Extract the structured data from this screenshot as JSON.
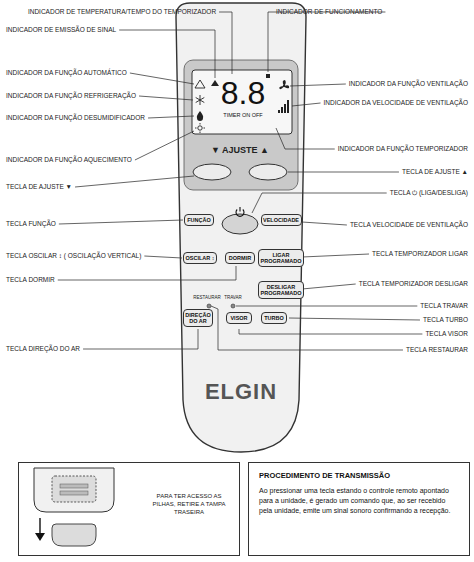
{
  "diagram": {
    "nodes": [
      {
        "text": [
          "ELGIN"
        ]
      },
      {
        "text": [
          "8.8",
          "TIMER ON OFF"
        ],
        "in": 0
      },
      {
        "text": [
          "FUNÇÃO"
        ],
        "in": 0
      },
      {
        "text": [
          "VELOCIDADE"
        ],
        "in": 0
      },
      {
        "text": [
          "OSCILAR ↕"
        ],
        "in": 0
      },
      {
        "text": [
          "DORMIR"
        ],
        "in": 0
      },
      {
        "text": [
          "LIGAR PROGRAMADO"
        ],
        "in": 0
      },
      {
        "text": [
          "DESLIGAR PROGRAMADO"
        ],
        "in": 0
      },
      {
        "text": [
          "DIREÇÃO DO AR"
        ],
        "in": 0
      },
      {
        "text": [
          "VISOR"
        ],
        "in": 0
      },
      {
        "text": [
          "TURBO"
        ],
        "in": 0
      },
      {
        "text": [
          "PARA TER ACESSO AS PILHAS, RETIRE A TAMPA TRASEIRA"
        ]
      },
      {
        "text": [
          "PROCEDIMENTO DE TRANSMISSÃO",
          "Ao pressionar uma tecla estando o controle remoto apontado para a unidade, é gerado um comando que, ao ser recebido pela unidade, emite um sinal sonoro confirmando a recepção."
        ]
      }
    ],
    "labels": [
      "INDICADOR DE TEMPERATURA/TEMPO DO TEMPORIZADOR",
      "INDICADOR DE FUNCIONAMENTO",
      "INDICADOR DE EMISSÃO DE SINAL",
      "INDICADOR DA FUNÇÃO VENTILAÇÃO",
      "INDICADOR DA FUNÇÃO AUTOMÁTICO",
      "INDICADOR DA FUNÇÃO REFRIGERAÇÃO",
      "INDICADOR DA VELOCIDADE DE VENTILAÇÃO",
      "INDICADOR DA FUNÇÃO DESUMIDIFICADOR",
      "INDICADOR DA FUNÇÃO TEMPORIZADOR",
      "INDICADOR DA FUNÇÃO AQUECIMENTO",
      "TECLA DE AJUSTE ▲",
      "▼ AJUSTE ▲",
      "TECLA DE AJUSTE ▼",
      "TECLA ⏻ (LIGA/DESLIGA)",
      "TECLA FUNÇÃO",
      "TECLA VELOCIDADE DE VENTILAÇÃO",
      "TECLA OSCILAR ↕ ( OSCILAÇÃO VERTICAL)",
      "TECLA TEMPORIZADOR LIGAR",
      "TECLA DORMIR",
      "TECLA TEMPORIZADOR DESLIGAR",
      "RESTAURAR",
      "TRAVAR",
      "TECLA TRAVAR",
      "TECLA TURBO",
      "TECLA VISOR",
      "TECLA DIREÇÃO DO AR",
      "TECLA RESTAURAR"
    ]
  }
}
